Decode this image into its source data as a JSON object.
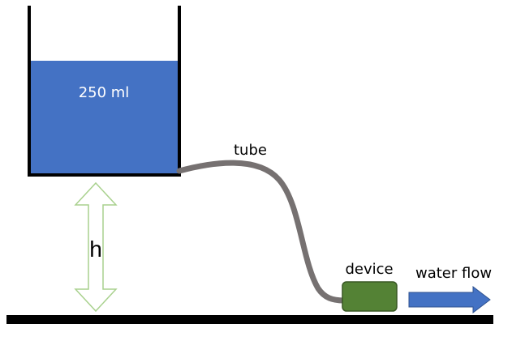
{
  "labels": {
    "volume": "250 ml",
    "tube": "tube",
    "height": "h",
    "device": "device",
    "flow": "water flow"
  },
  "colors": {
    "water": "#4472C4",
    "container_wall": "#000000",
    "tube": "#767171",
    "device_fill": "#548235",
    "device_stroke": "#385723",
    "height_arrow_stroke": "#A9D18E",
    "flow_arrow": "#4472C4",
    "floor": "#000000"
  }
}
